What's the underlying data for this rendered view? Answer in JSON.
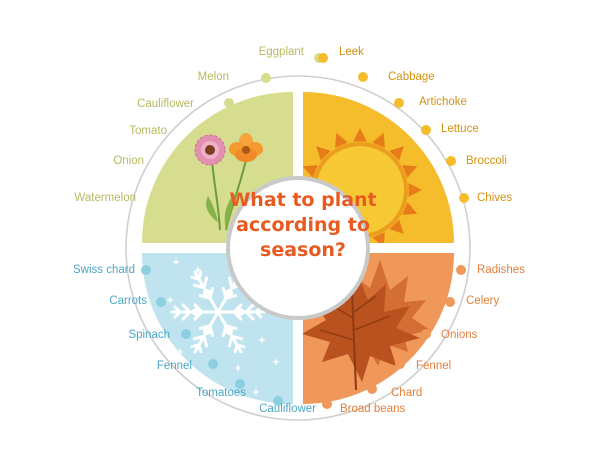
{
  "title": {
    "line1": "What to plant",
    "line2": "according to",
    "line3": "season?"
  },
  "colors": {
    "spring": "#d6dd8f",
    "summer": "#f5bd2c",
    "autumn": "#f0975a",
    "winter": "#bfe4ef",
    "spring_label": "#b7ba60",
    "summer_label": "#d4920f",
    "autumn_label": "#e57f3b",
    "winter_label": "#4ba7c6",
    "title": "#e85a1f"
  },
  "seasons": {
    "spring": {
      "icon": "flowers-icon",
      "items": [
        "Eggplant",
        "Melon",
        "Cauliflower",
        "Tomato",
        "Onion",
        "Watermelon"
      ]
    },
    "summer": {
      "icon": "sun-icon",
      "items": [
        "Leek",
        "Cabbage",
        "Artichoke",
        "Lettuce",
        "Broccoli",
        "Chives"
      ]
    },
    "autumn": {
      "icon": "maple-leaf-icon",
      "items": [
        "Radishes",
        "Celery",
        "Onions",
        "Fennel",
        "Chard",
        "Broad beans"
      ]
    },
    "winter": {
      "icon": "snowflake-icon",
      "items": [
        "Swiss chard",
        "Carrots",
        "Spinach",
        "Fennel",
        "Tomatoes",
        "Cauliflower"
      ]
    }
  }
}
